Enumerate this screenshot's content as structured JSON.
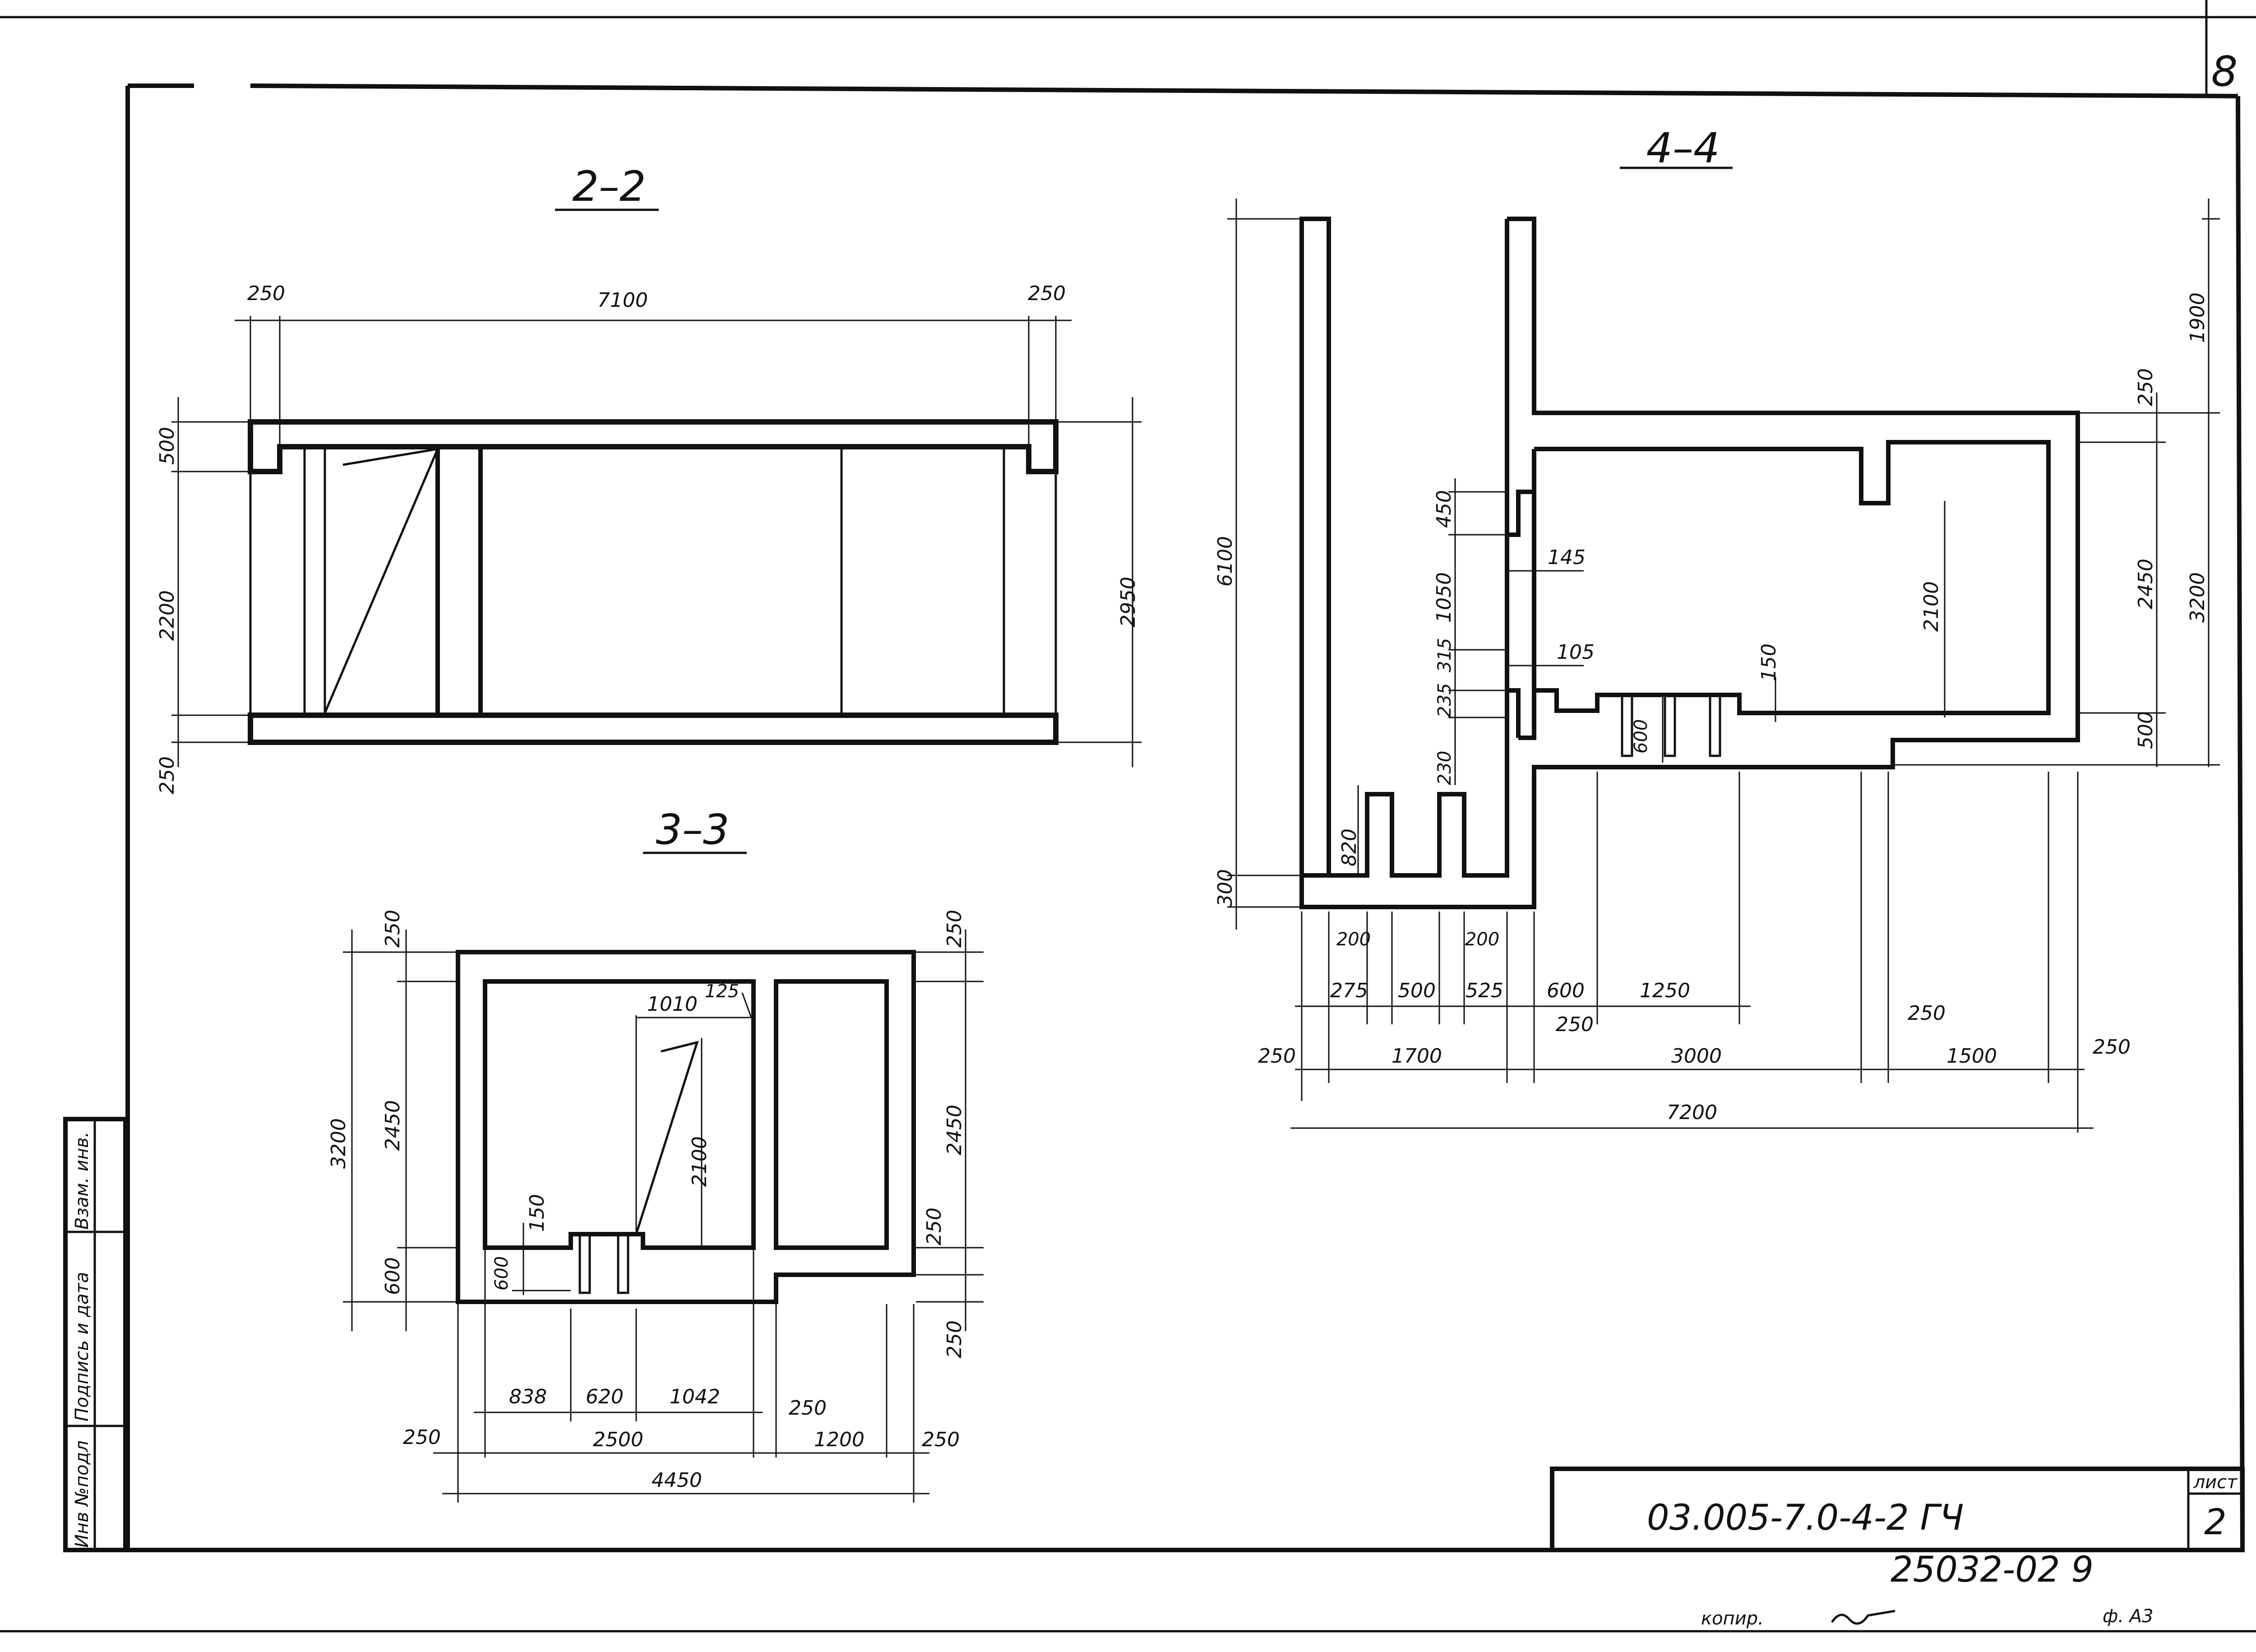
{
  "sheet": {
    "page_number": "8",
    "list_label": "лист",
    "list_value": "2",
    "designation": "03.005-7.0-4-2  ГЧ",
    "archive_number": "25032-02   9",
    "copy_label": "копир.",
    "format_label": "ф. А3"
  },
  "side_stamp": {
    "inv_label": "Инв №подл",
    "sign_label": "Подпись и дата",
    "swap_label": "Взам. инв."
  },
  "section_2_2": {
    "title": "2–2",
    "dims": {
      "left_wall": "250",
      "span": "7100",
      "right_wall": "250",
      "top_slab": "500",
      "clear_h": "2200",
      "base": "250",
      "total_h": "2950"
    }
  },
  "section_3_3": {
    "title": "3–3",
    "dims": {
      "top_left": "250",
      "total_h": "3200",
      "inner_h": "2450",
      "bottom_left": "600",
      "top_right": "250",
      "right_h": "2450",
      "right_step": "250",
      "right_base": "250",
      "d1010": "1010",
      "d125": "125",
      "d150": "150",
      "d600": "600",
      "d2100": "2100",
      "d838": "838",
      "d620": "620",
      "d1042": "1042",
      "d250_mid": "250",
      "d250_l": "250",
      "d2500": "2500",
      "d1200": "1200",
      "d250_r": "250",
      "d4450": "4450"
    }
  },
  "section_4_4": {
    "title": "4–4",
    "dims": {
      "d6100": "6100",
      "d300": "300",
      "d820": "820",
      "d230": "230",
      "d235": "235",
      "d315": "315",
      "d1050": "1050",
      "d450": "450",
      "d145": "145",
      "d105": "105",
      "d150": "150",
      "d600": "600",
      "d2100": "2100",
      "d250_top": "250",
      "d1900": "1900",
      "d2450": "2450",
      "d3200": "3200",
      "d500": "500",
      "d200_l": "200",
      "d200_r": "200",
      "d275": "275",
      "d500b": "500",
      "d525": "525",
      "d600b": "600",
      "d1250": "1250",
      "d250_a": "250",
      "d250_b": "250",
      "d250_l": "250",
      "d1700": "1700",
      "d3000": "3000",
      "d1500": "1500",
      "d250_r": "250",
      "d7200": "7200"
    }
  }
}
